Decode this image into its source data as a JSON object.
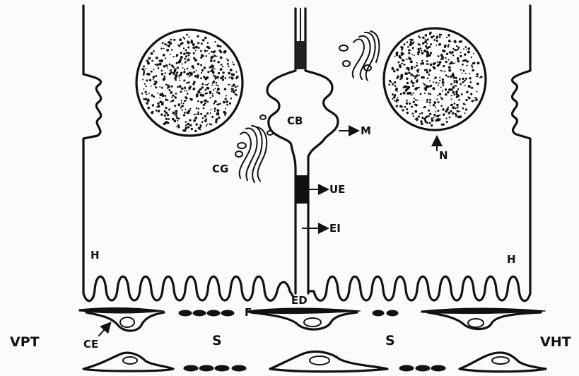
{
  "labels": {
    "H": "H",
    "CB": "CB",
    "M": "M",
    "N": "N",
    "CG": "CG",
    "UE": "UE",
    "EI": "EI",
    "ED": "ED",
    "F": "F",
    "S": "S",
    "CE": "CE",
    "VPT": "VPT",
    "VHT": "VHT"
  }
}
